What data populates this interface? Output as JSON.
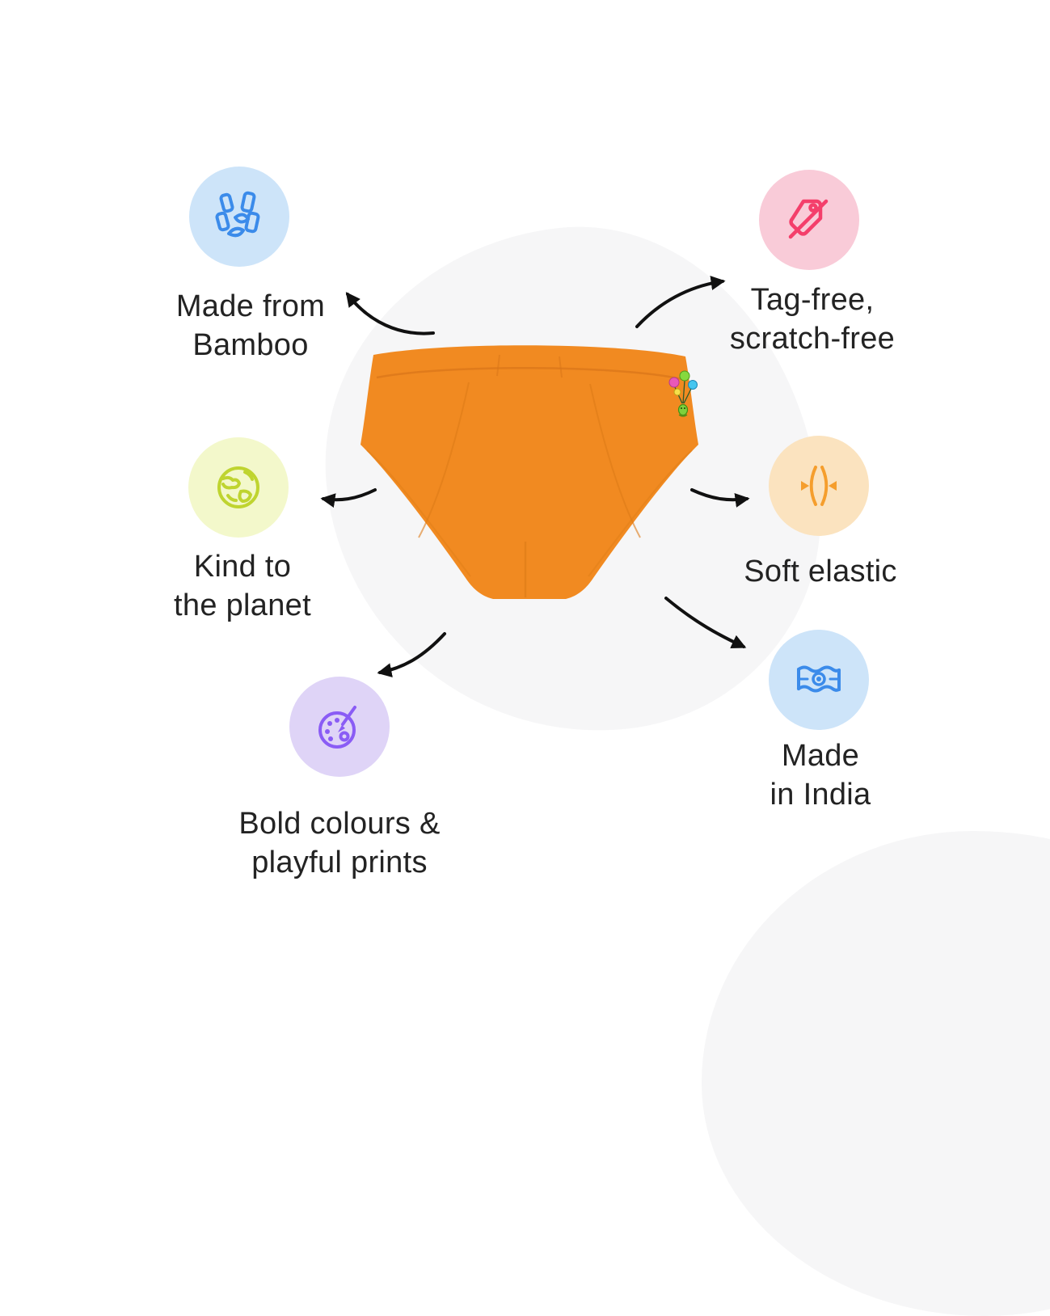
{
  "features": {
    "bamboo": {
      "line1": "Made from",
      "line2": "Bamboo",
      "icon": "bamboo-stalks-icon"
    },
    "tagfree": {
      "line1": "Tag-free,",
      "line2": "scratch-free",
      "icon": "crossed-out-tag-icon"
    },
    "planet": {
      "line1": "Kind to",
      "line2": "the planet",
      "icon": "earth-globe-icon"
    },
    "elastic": {
      "line1": "Soft elastic",
      "icon": "stretch-elastic-icon"
    },
    "colours": {
      "line1": "Bold colours &",
      "line2": "playful prints",
      "icon": "paint-palette-brush-icon"
    },
    "india": {
      "line1": "Made",
      "line2": "in India",
      "icon": "india-flag-icon"
    }
  },
  "product": {
    "name": "kids-briefs",
    "color": "#F18A21",
    "embroidery": "alien-with-balloons"
  },
  "colors": {
    "accent_blue": "#3B8BEA",
    "accent_pink": "#F43F6B",
    "accent_green": "#BFD430",
    "accent_orange": "#F59E2D",
    "accent_purple": "#8A5CF5",
    "circle_blue": "#CDE4F9",
    "circle_pink": "#F9CBD8",
    "circle_green": "#F3F8CB",
    "circle_orange": "#FBE3BF",
    "circle_purple": "#DFD4F7",
    "arrow": "#111111",
    "blob": "#F6F6F7",
    "text": "#232323"
  }
}
